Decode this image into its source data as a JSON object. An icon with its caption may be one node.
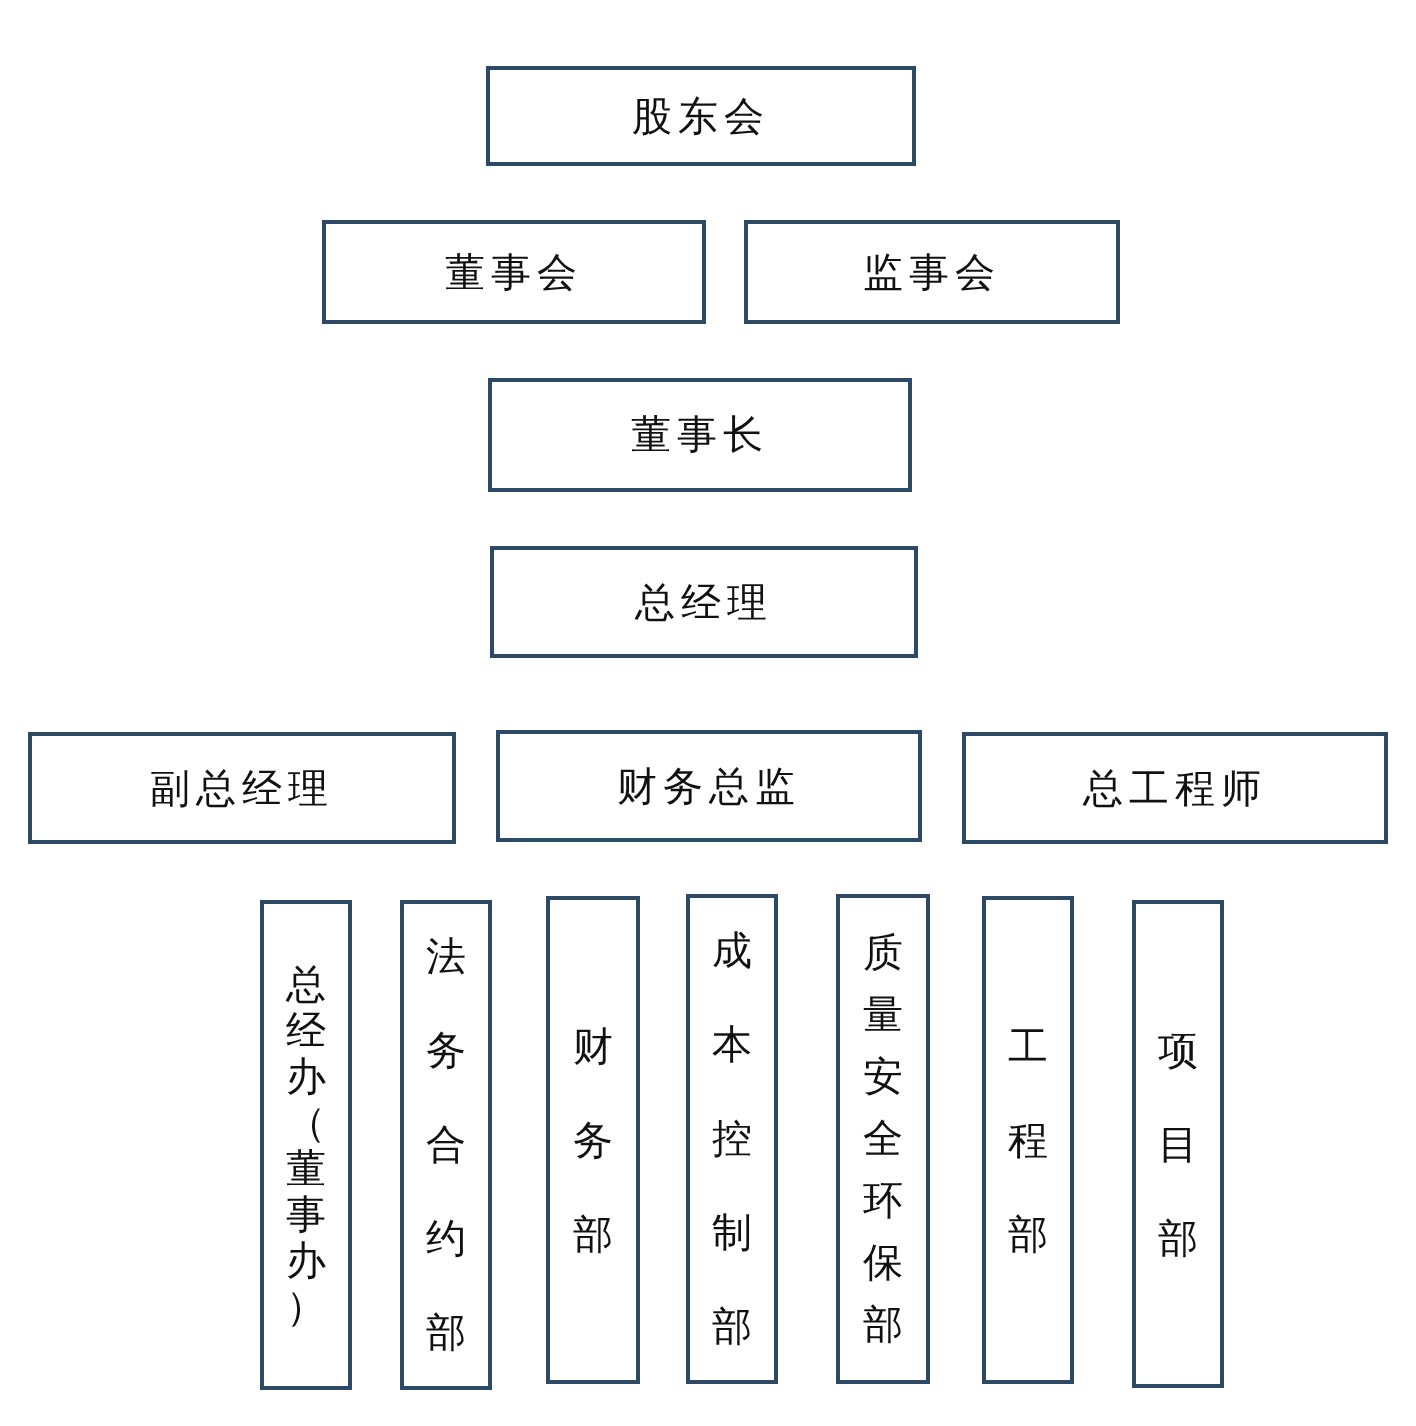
{
  "diagram": {
    "nodes": [
      {
        "text": [
          "股东会"
        ]
      },
      {
        "text": [
          "董事会"
        ]
      },
      {
        "text": [
          "监事会"
        ]
      },
      {
        "text": [
          "董事长"
        ]
      },
      {
        "text": [
          "总经理"
        ]
      },
      {
        "text": [
          "副总经理"
        ]
      },
      {
        "text": [
          "财务总监"
        ]
      },
      {
        "text": [
          "总工程师"
        ]
      },
      {
        "text": [
          "总经办（董事办）"
        ]
      },
      {
        "text": [
          "法务合约部"
        ]
      },
      {
        "text": [
          "财务部"
        ]
      },
      {
        "text": [
          "成本控制部"
        ]
      },
      {
        "text": [
          "质量安全环保部"
        ]
      },
      {
        "text": [
          "工程部"
        ]
      },
      {
        "text": [
          "项目部"
        ]
      }
    ]
  }
}
